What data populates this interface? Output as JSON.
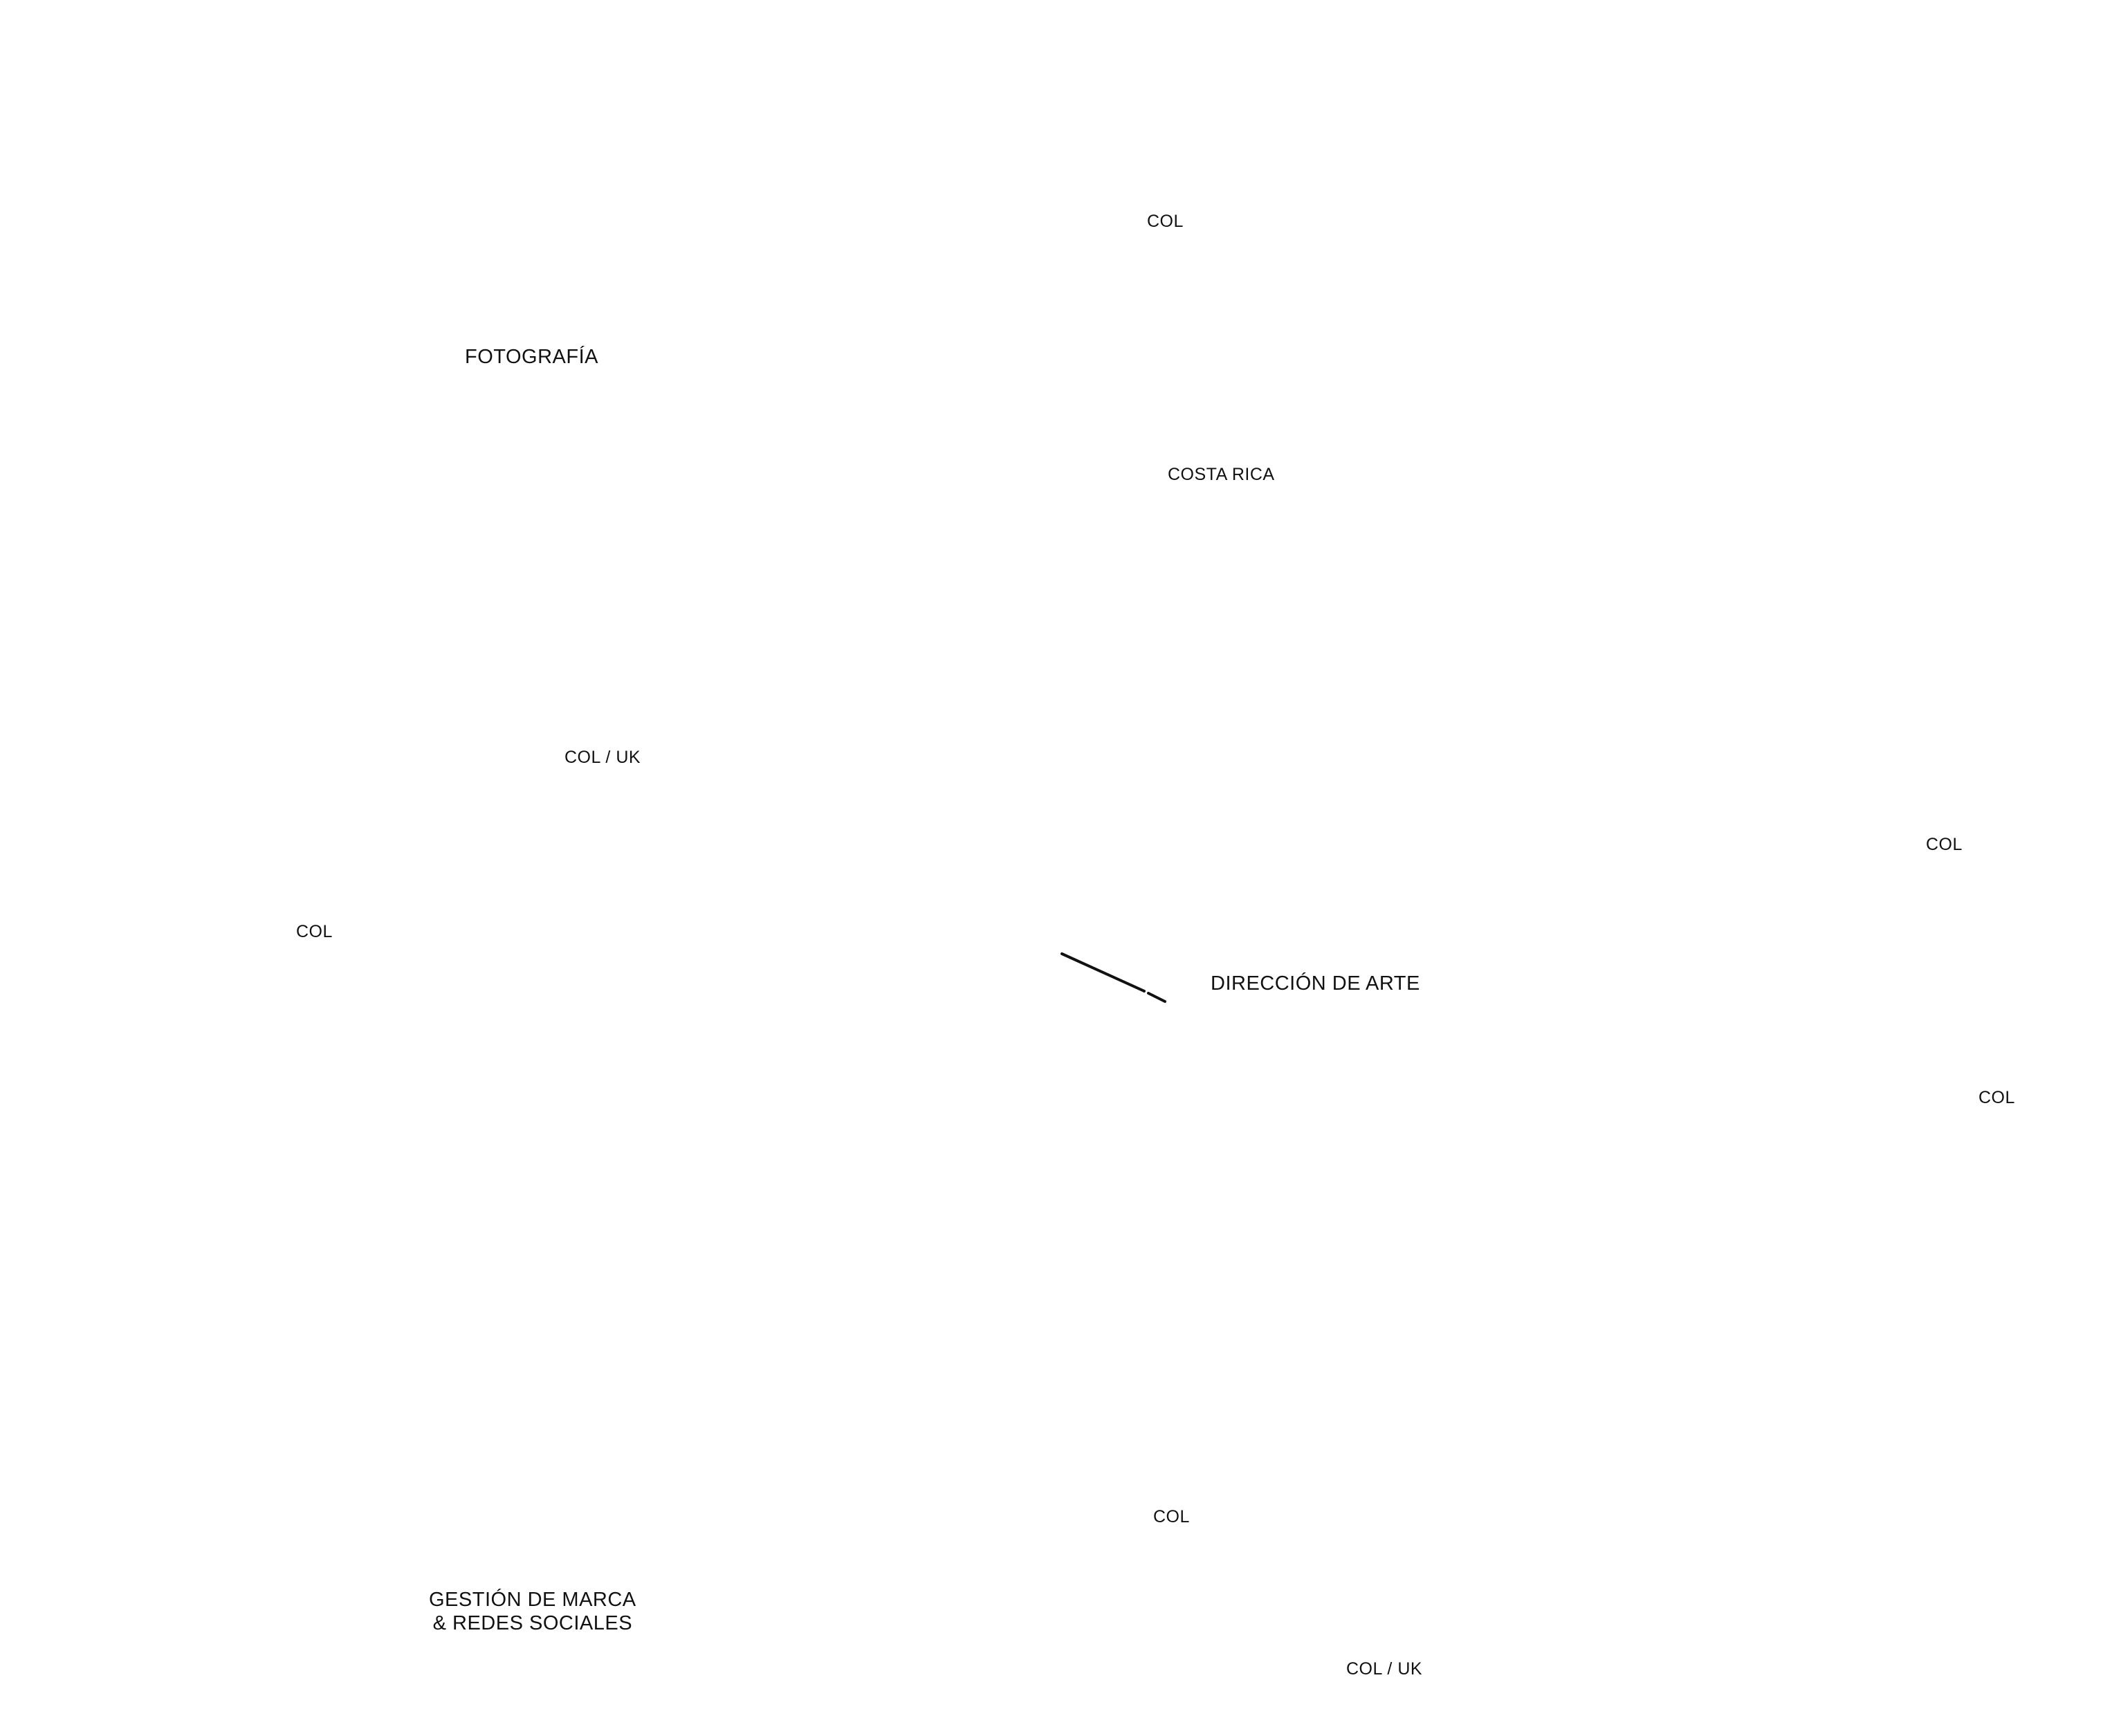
{
  "categories": {
    "photography": "FOTOGRAFÍA",
    "art_direction": "DIRECCIÓN DE ARTE",
    "brand_management_line1": "GESTIÓN DE MARCA",
    "brand_management_line2": "& REDES SOCIALES"
  },
  "locations": {
    "col_top": "COL",
    "costa_rica": "COSTA RICA",
    "col_uk_left": "COL / UK",
    "col_left": "COL",
    "col_right_upper": "COL",
    "col_right_lower": "COL",
    "col_bottom": "COL",
    "col_uk_bottom": "COL / UK"
  },
  "colors": {
    "background": "#ffffff",
    "text": "#111111",
    "stroke": "#111111"
  }
}
